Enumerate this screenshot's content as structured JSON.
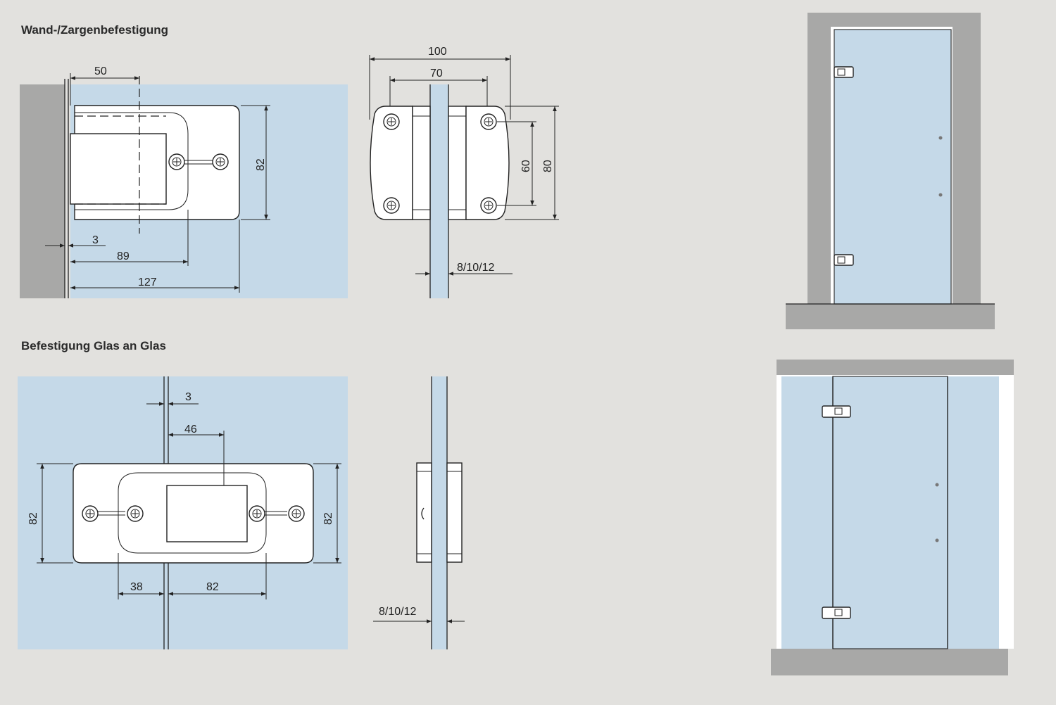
{
  "sections": {
    "wall_title": "Wand-/Zargenbefestigung",
    "glass_title": "Befestigung Glas an Glas"
  },
  "dims": {
    "wall_front": {
      "d50": "50",
      "d82": "82",
      "d3": "3",
      "d89": "89",
      "d127": "127"
    },
    "wall_top": {
      "d100": "100",
      "d70": "70",
      "d60": "60",
      "d80": "80",
      "glass": "8/10/12"
    },
    "glass_front": {
      "d3": "3",
      "d46": "46",
      "d82_left": "82",
      "d82_right": "82",
      "d38": "38",
      "d82_bottom": "82"
    },
    "glass_side": {
      "glass": "8/10/12"
    }
  },
  "colors": {
    "background": "#e2e1de",
    "glass": "#c5d9e8",
    "wall": "#a8a8a7",
    "line": "#222222"
  }
}
